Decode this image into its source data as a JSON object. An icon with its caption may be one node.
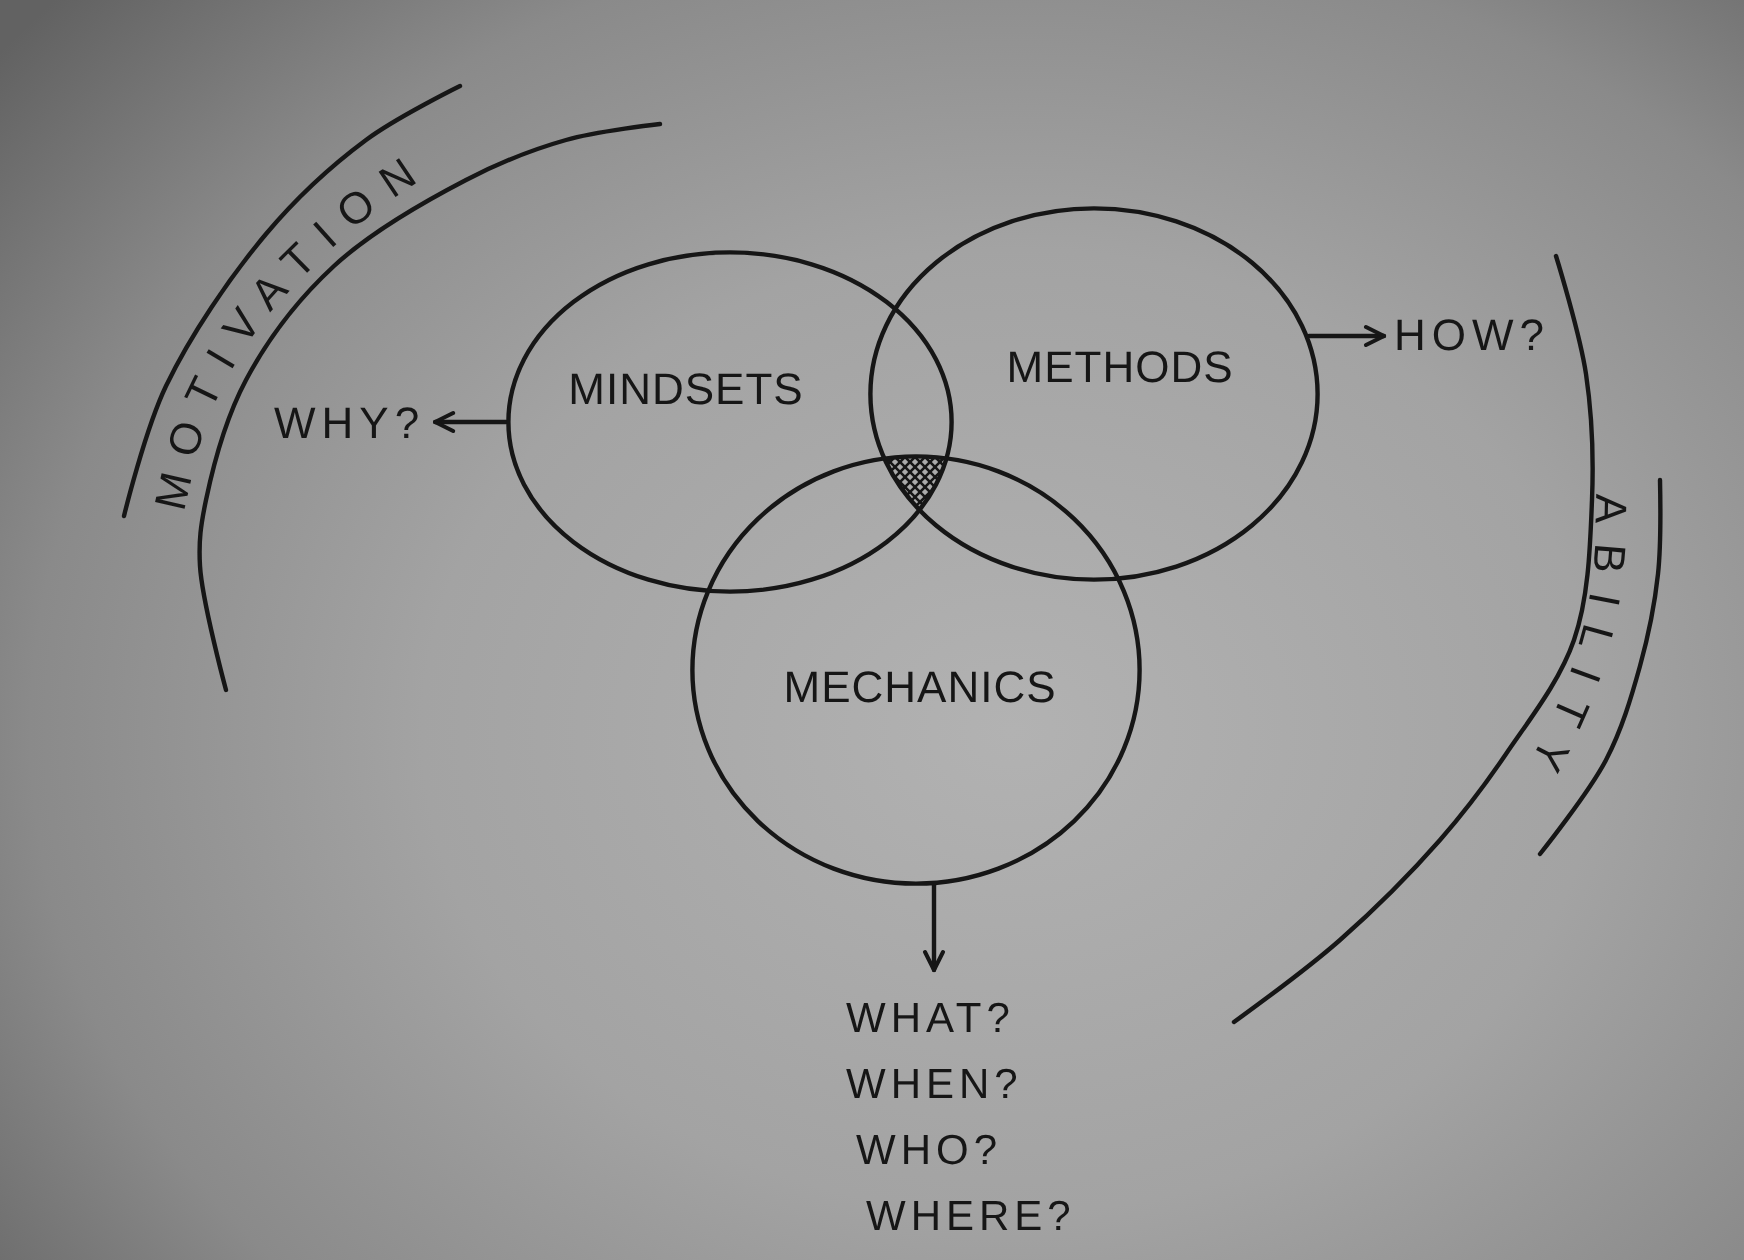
{
  "diagram": {
    "nodes": [
      {
        "text": [
          "MINDSETS"
        ]
      },
      {
        "text": [
          "METHODS"
        ]
      },
      {
        "text": [
          "MECHANICS"
        ]
      },
      {
        "text": [
          "WHY?"
        ]
      },
      {
        "text": [
          "HOW?"
        ]
      },
      {
        "text": [
          "WHAT?",
          "WHEN?",
          "WHO?",
          "WHERE?"
        ]
      }
    ],
    "edges": [
      {
        "from": 0,
        "to": 3,
        "arrow": "to"
      },
      {
        "from": 1,
        "to": 4,
        "arrow": "to"
      },
      {
        "from": 2,
        "to": 5,
        "arrow": "to"
      }
    ],
    "labels": [
      "MOTIVATION",
      "ABILITY"
    ]
  }
}
